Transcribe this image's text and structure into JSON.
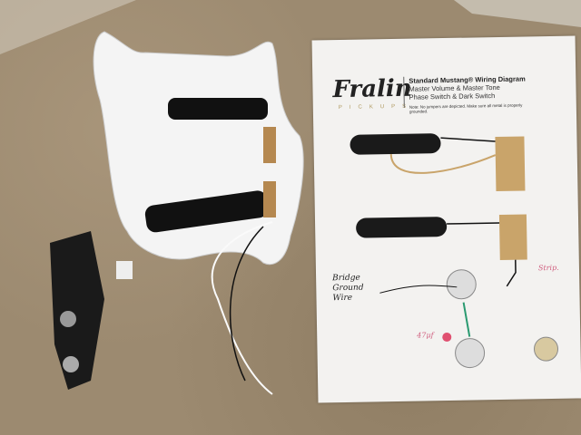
{
  "diagram": {
    "brand": "Fralin",
    "brand_sub": "PICKUPS",
    "title": "Standard Mustang® Wiring Diagram",
    "subtitle_1": "Master Volume & Master Tone",
    "subtitle_2": "Phase Switch & Dark Switch",
    "note": "Note: No jumpers are depicted. Make sure all metal is properly grounded.",
    "handwritten_label": "Bridge Ground Wire",
    "cap_label": "47µf",
    "strip_label": "Strip."
  },
  "colors": {
    "carpet": "#9c8a70",
    "paper": "#f3f2f0",
    "pickguard": "#f4f4f4",
    "switch": "#c9a46a",
    "cap": "#e05070"
  }
}
